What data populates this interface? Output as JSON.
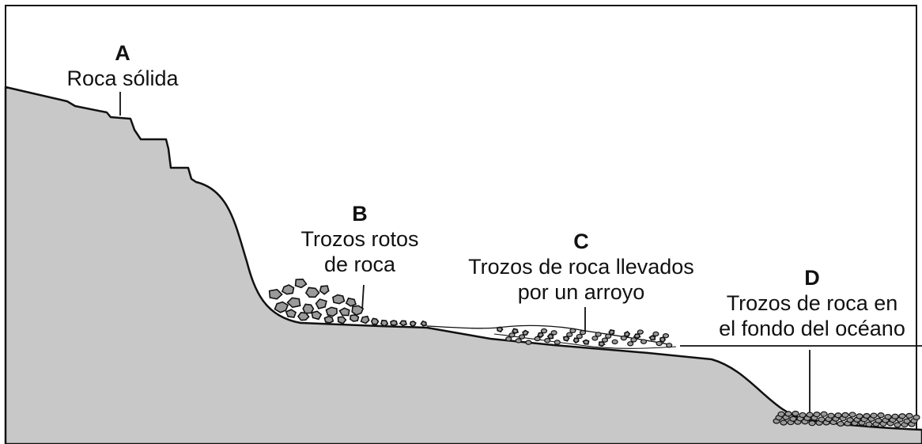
{
  "labels": {
    "a": {
      "letter": "A",
      "text": "Roca sólida"
    },
    "b": {
      "letter": "B",
      "line1": "Trozos rotos",
      "line2": "de roca"
    },
    "c": {
      "letter": "C",
      "line1": "Trozos de roca llevados",
      "line2": "por un arroyo"
    },
    "d": {
      "letter": "D",
      "line1": "Trozos de roca en",
      "line2": "el fondo del océano"
    }
  },
  "colors": {
    "ground": "#c8c8c8",
    "outline": "#111111",
    "rock": "#9a9a9a",
    "background": "#ffffff"
  }
}
